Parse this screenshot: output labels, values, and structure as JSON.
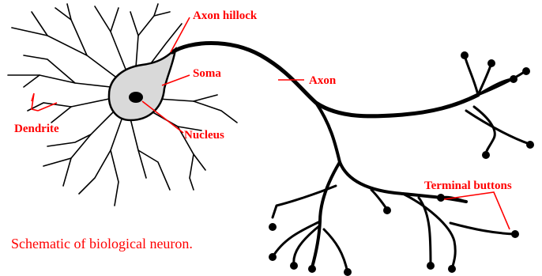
{
  "diagram": {
    "labels": {
      "axon_hillock": "Axon hillock",
      "soma": "Soma",
      "axon": "Axon",
      "dendrite": "Dendrite",
      "nucleus": "Nucleus",
      "terminal_buttons": "Terminal buttons"
    },
    "caption": "Schematic of biological neuron.",
    "colors": {
      "label": "#ff0000",
      "structure": "#000000",
      "soma_fill": "#d9d9d9"
    }
  }
}
